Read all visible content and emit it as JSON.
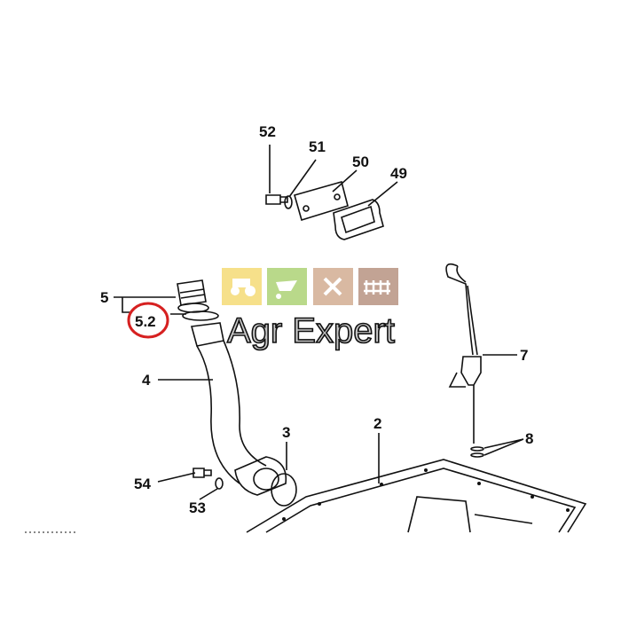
{
  "diagram": {
    "labels": {
      "p52": "52",
      "p51": "51",
      "p50": "50",
      "p49": "49",
      "p5": "5",
      "p5_2": "5.2",
      "p4": "4",
      "p7": "7",
      "p3": "3",
      "p2": "2",
      "p8": "8",
      "p54": "54",
      "p53": "53"
    },
    "highlight_color": "#d62020",
    "watermark": {
      "text": "Agr Expert",
      "tile_colors": [
        "#f6e08a",
        "#b9d98a",
        "#d9b9a2",
        "#c2a394"
      ],
      "tile_icons": [
        "tractor-icon",
        "wheelbarrow-icon",
        "tools-icon",
        "fence-icon"
      ]
    }
  }
}
